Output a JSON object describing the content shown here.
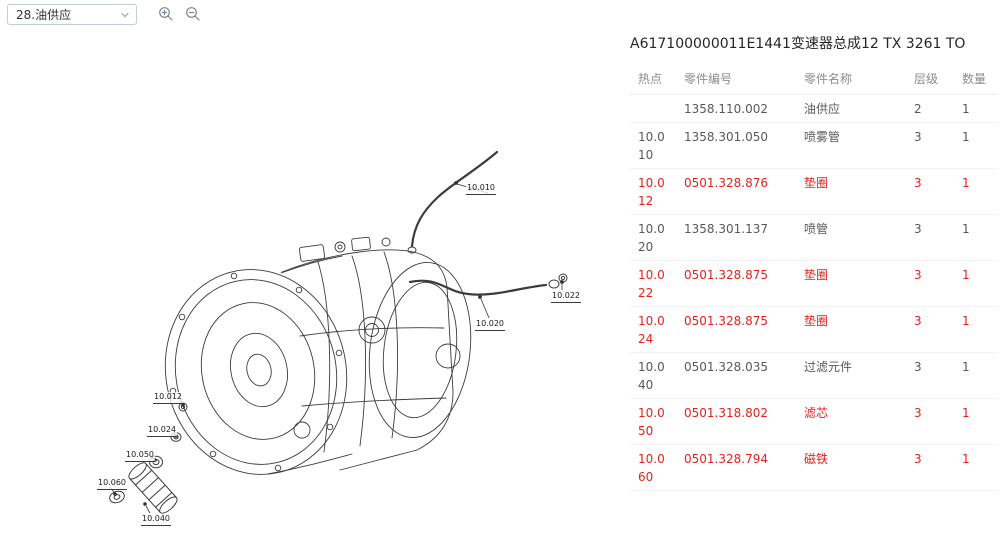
{
  "toolbar": {
    "parts_group_select": {
      "value": "28.油供应"
    },
    "zoom_in_icon": "zoom-in-magnifier",
    "zoom_out_icon": "zoom-out-magnifier"
  },
  "diagram": {
    "callouts": [
      {
        "label": "10.010"
      },
      {
        "label": "10.022"
      },
      {
        "label": "10.020"
      },
      {
        "label": "10.012"
      },
      {
        "label": "10.024"
      },
      {
        "label": "10.050"
      },
      {
        "label": "10.060"
      },
      {
        "label": "10.040"
      }
    ]
  },
  "table": {
    "title": "A617100000011E1441变速器总成12 TX 3261 TO",
    "headers": [
      "热点",
      "零件编号",
      "零件名称",
      "层级",
      "数量"
    ],
    "rows": [
      {
        "hotspot": "",
        "part_number": "1358.110.002",
        "part_name": "油供应",
        "level": "2",
        "qty": "1",
        "highlight": false
      },
      {
        "hotspot": "10.010",
        "part_number": "1358.301.050",
        "part_name": "喷雾管",
        "level": "3",
        "qty": "1",
        "highlight": false
      },
      {
        "hotspot": "10.012",
        "part_number": "0501.328.876",
        "part_name": "垫圈",
        "level": "3",
        "qty": "1",
        "highlight": true
      },
      {
        "hotspot": "10.020",
        "part_number": "1358.301.137",
        "part_name": "喷管",
        "level": "3",
        "qty": "1",
        "highlight": false
      },
      {
        "hotspot": "10.022",
        "part_number": "0501.328.875",
        "part_name": "垫圈",
        "level": "3",
        "qty": "1",
        "highlight": true
      },
      {
        "hotspot": "10.024",
        "part_number": "0501.328.875",
        "part_name": "垫圈",
        "level": "3",
        "qty": "1",
        "highlight": true
      },
      {
        "hotspot": "10.040",
        "part_number": "0501.328.035",
        "part_name": "过滤元件",
        "level": "3",
        "qty": "1",
        "highlight": false
      },
      {
        "hotspot": "10.050",
        "part_number": "0501.318.802",
        "part_name": "滤芯",
        "level": "3",
        "qty": "1",
        "highlight": true
      },
      {
        "hotspot": "10.060",
        "part_number": "0501.328.794",
        "part_name": "磁铁",
        "level": "3",
        "qty": "1",
        "highlight": true
      }
    ]
  },
  "colors": {
    "highlight_red": "#e2231a",
    "row_text": "#595959",
    "header_text": "#8c8c8c",
    "line_art": "#3c3c3c"
  }
}
